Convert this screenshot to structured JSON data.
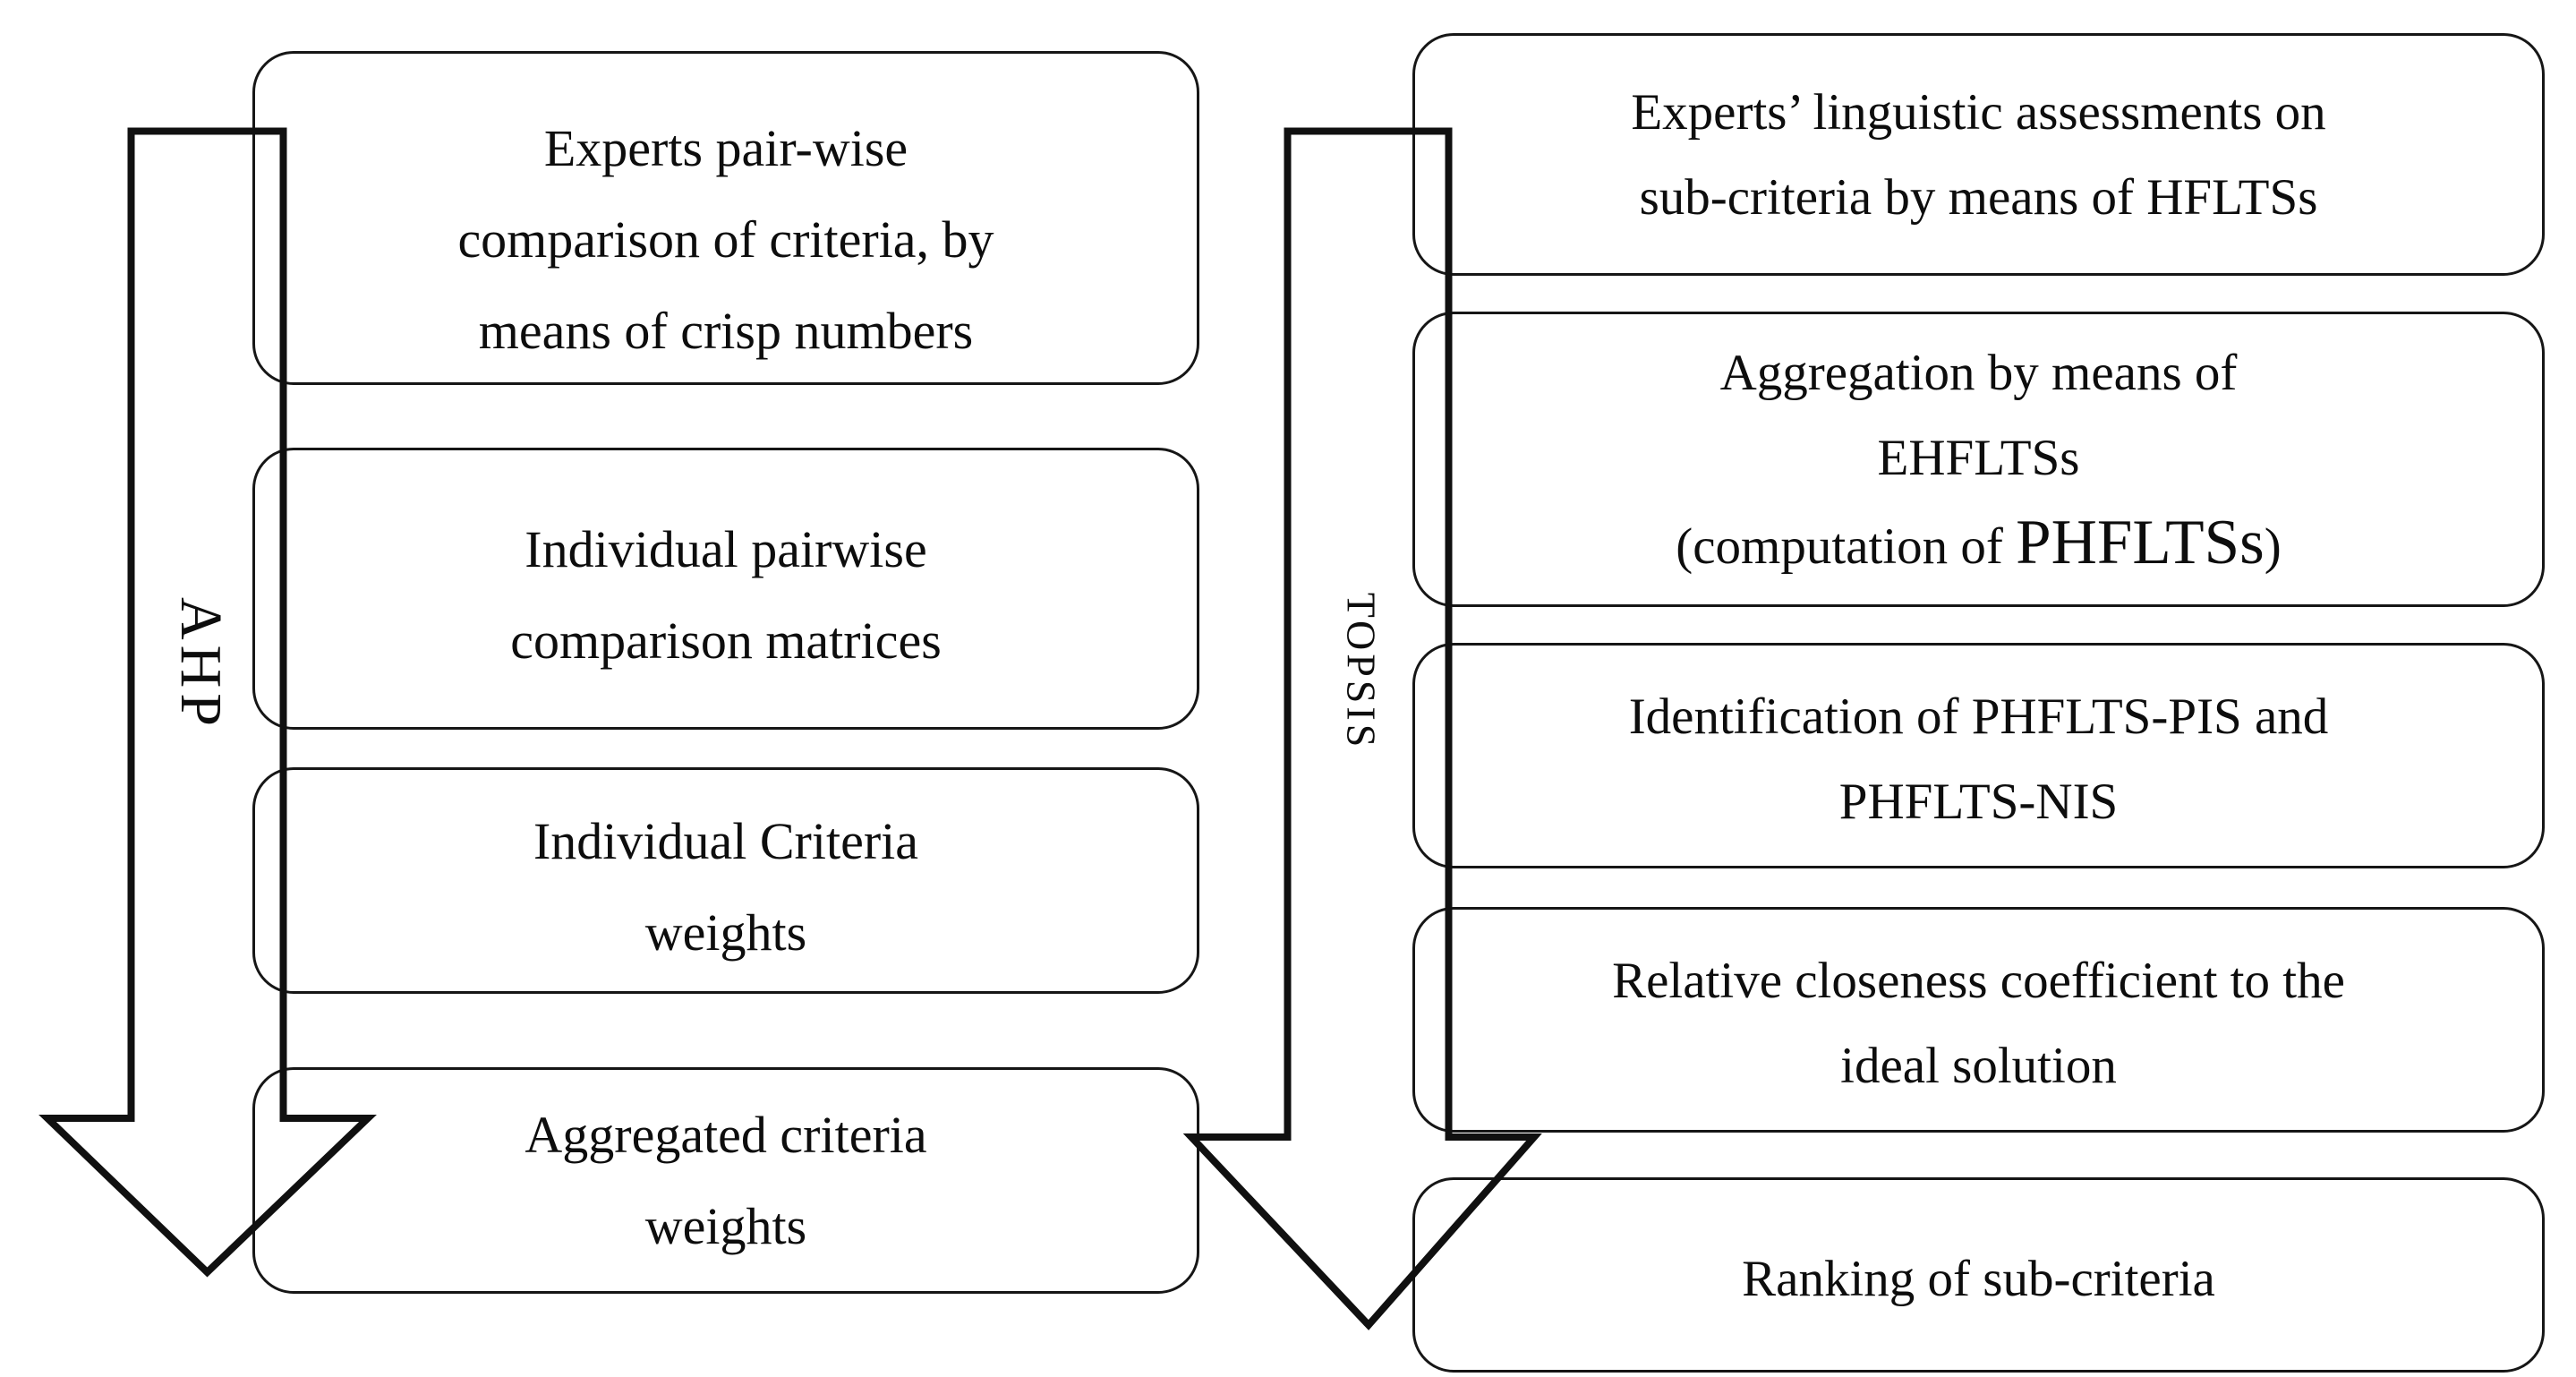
{
  "colors": {
    "ink": "#0d0d0d",
    "stroke": "#101010",
    "background": "#ffffff"
  },
  "ahp": {
    "label": "AHP",
    "boxes": [
      {
        "lines": [
          "Experts pair-wise",
          "comparison of criteria, by",
          "means of crisp numbers"
        ]
      },
      {
        "lines": [
          "Individual pairwise",
          "comparison matrices"
        ]
      },
      {
        "lines": [
          "Individual Criteria",
          "weights"
        ]
      },
      {
        "lines": [
          "Aggregated criteria",
          "weights"
        ]
      }
    ]
  },
  "topsis": {
    "label": "TOPSIS",
    "boxes": [
      {
        "lines": [
          "Experts’ linguistic assessments on",
          "sub-criteria by means of HFLTSs"
        ]
      },
      {
        "lines": [
          "Aggregation by means of",
          "EHFLTSs"
        ],
        "line3": {
          "pre": "(computation of ",
          "emphasis": "PHFLTSs",
          "post": ")"
        }
      },
      {
        "lines": [
          "Identification of PHFLTS-PIS and",
          "PHFLTS-NIS"
        ]
      },
      {
        "lines": [
          "Relative closeness coefficient to the",
          "ideal solution"
        ]
      },
      {
        "lines": [
          "Ranking of sub-criteria"
        ]
      }
    ]
  }
}
